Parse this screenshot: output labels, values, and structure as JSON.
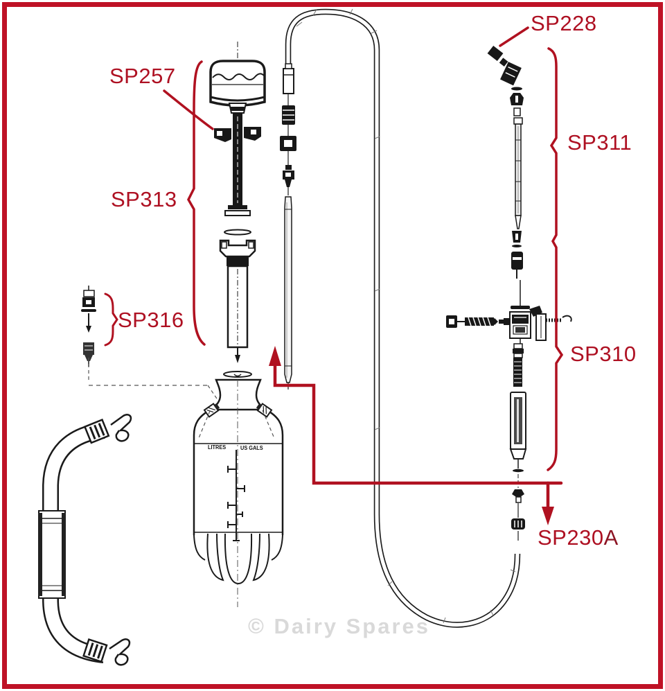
{
  "labels": {
    "sp257": "SP257",
    "sp313": "SP313",
    "sp316": "SP316",
    "sp228": "SP228",
    "sp311": "SP311",
    "sp310": "SP310",
    "sp230a_main": "SP230",
    "sp230a_suffix": "A"
  },
  "tank": {
    "scale_left": "LITRES",
    "scale_right": "US GALS"
  },
  "watermark": "© Dairy Spares",
  "colors": {
    "accent_red": "#b01120",
    "border_red": "#bf1226",
    "line_black": "#1a1a1a",
    "watermark_gray": "#d9d9d9"
  }
}
